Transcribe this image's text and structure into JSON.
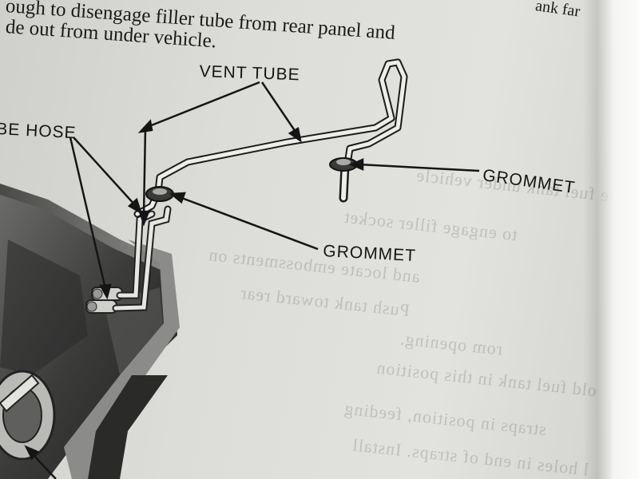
{
  "page_text": {
    "line1": "ough to disengage filler tube from rear panel and",
    "line1_tail": "ank far",
    "line2": "de out from under vehicle."
  },
  "labels": {
    "vent_tube": "VENT TUBE",
    "hose": "BE HOSE",
    "grommet_right": "GROMMET",
    "grommet_center": "GROMMET"
  },
  "bleed_through": [
    "ve fuel tank under vehicle",
    "to engage filler socket",
    "and locate embossments on",
    "Push tank toward rear",
    "rom opening.",
    "old fuel tank in this position",
    "straps in position, feeding",
    "l holes in end of straps. Install"
  ],
  "colors": {
    "paper": "#dcdcd8",
    "ink": "#1b1b1b"
  }
}
